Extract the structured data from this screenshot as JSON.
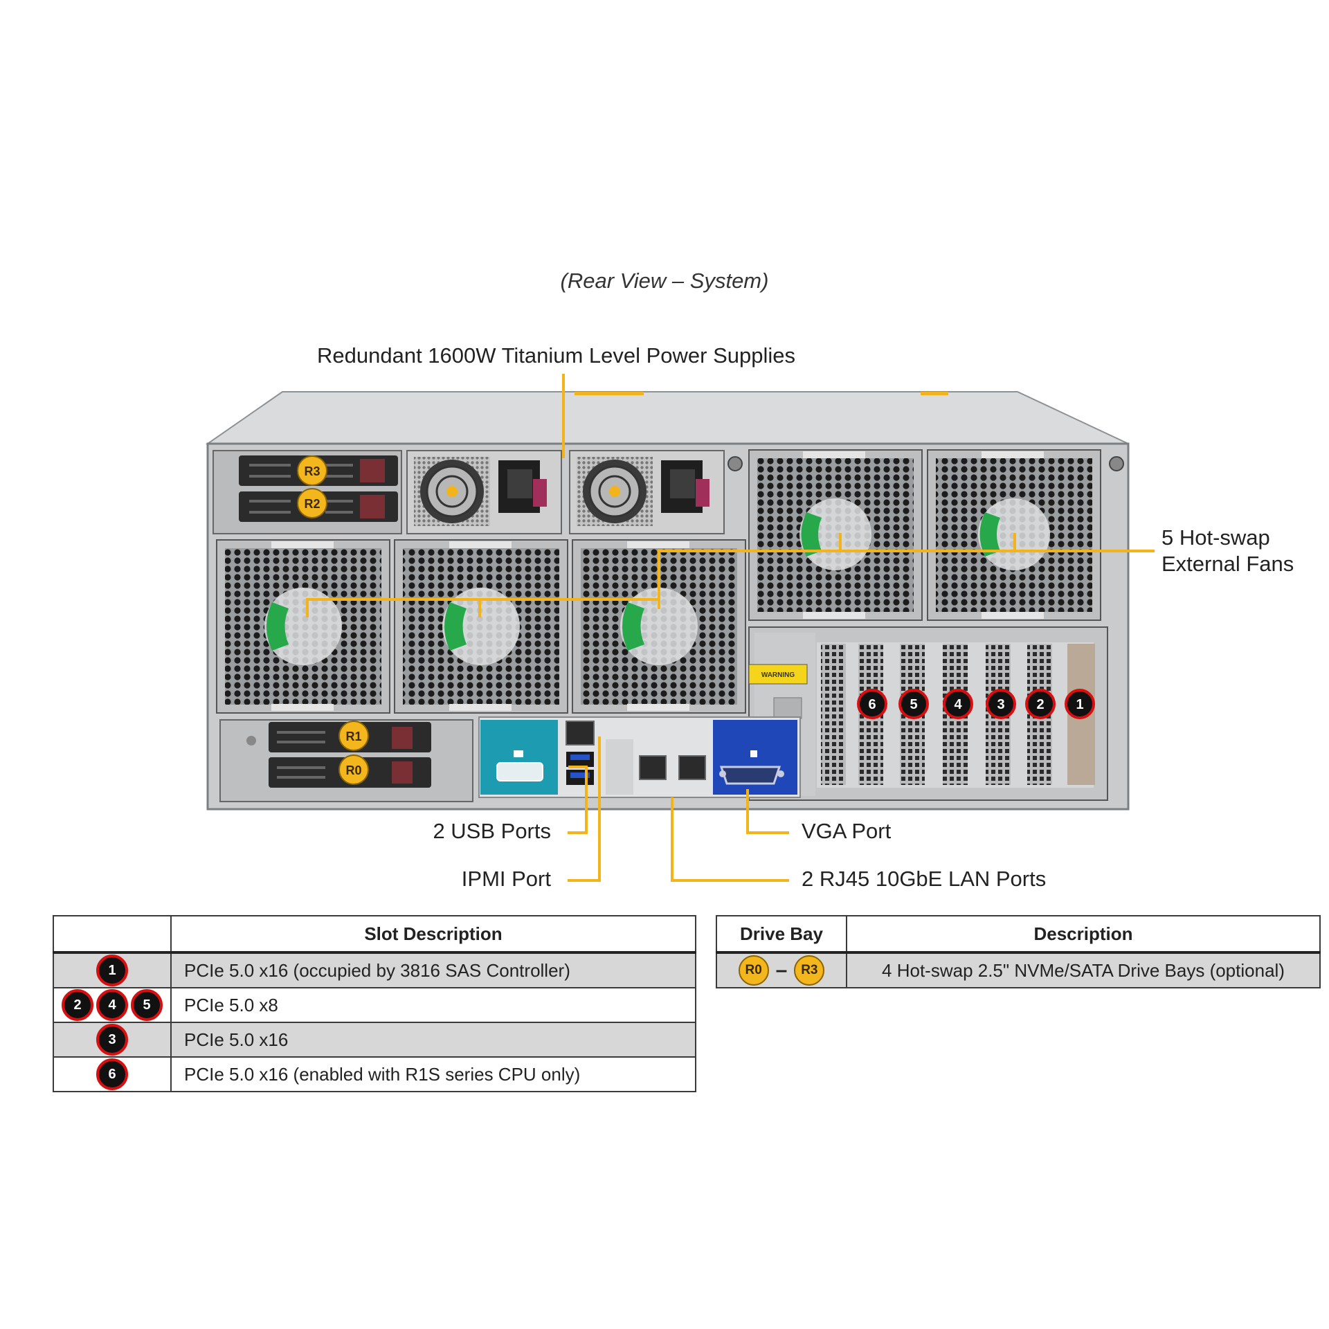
{
  "view_title": "(Rear View – System)",
  "callouts": {
    "power_supplies": "Redundant 1600W Titanium Level Power Supplies",
    "fans_line1": "5 Hot-swap",
    "fans_line2": "External Fans",
    "usb": "2 USB Ports",
    "ipmi": "IPMI Port",
    "vga": "VGA Port",
    "lan": "2 RJ45 10GbE LAN Ports"
  },
  "chassis": {
    "drive_bay_labels": [
      "R3",
      "R2",
      "R1",
      "R0"
    ],
    "slot_numbers": [
      "6",
      "5",
      "4",
      "3",
      "2",
      "1"
    ],
    "warning_label": "WARNING"
  },
  "slot_table": {
    "header_blank": "",
    "header": "Slot Description",
    "rows": [
      {
        "slots": [
          "1"
        ],
        "description": "PCIe 5.0 x16 (occupied by 3816 SAS Controller)"
      },
      {
        "slots": [
          "2",
          "4",
          "5"
        ],
        "description": "PCIe 5.0 x8"
      },
      {
        "slots": [
          "3"
        ],
        "description": "PCIe 5.0 x16"
      },
      {
        "slots": [
          "6"
        ],
        "description": "PCIe 5.0 x16 (enabled with R1S series CPU only)"
      }
    ]
  },
  "bay_table": {
    "header_bay": "Drive Bay",
    "header_desc": "Description",
    "rows": [
      {
        "from": "R0",
        "to": "R3",
        "description": "4 Hot-swap 2.5\" NVMe/SATA Drive Bays (optional)"
      }
    ]
  },
  "colors": {
    "callout_line": "#f2b41a",
    "slot_badge_ring": "#d80f10",
    "bay_badge": "#f3b61c",
    "chassis_metal": "#c9cbcd",
    "io_teal": "#1d9bb0",
    "vga_blue": "#1f47b8"
  }
}
